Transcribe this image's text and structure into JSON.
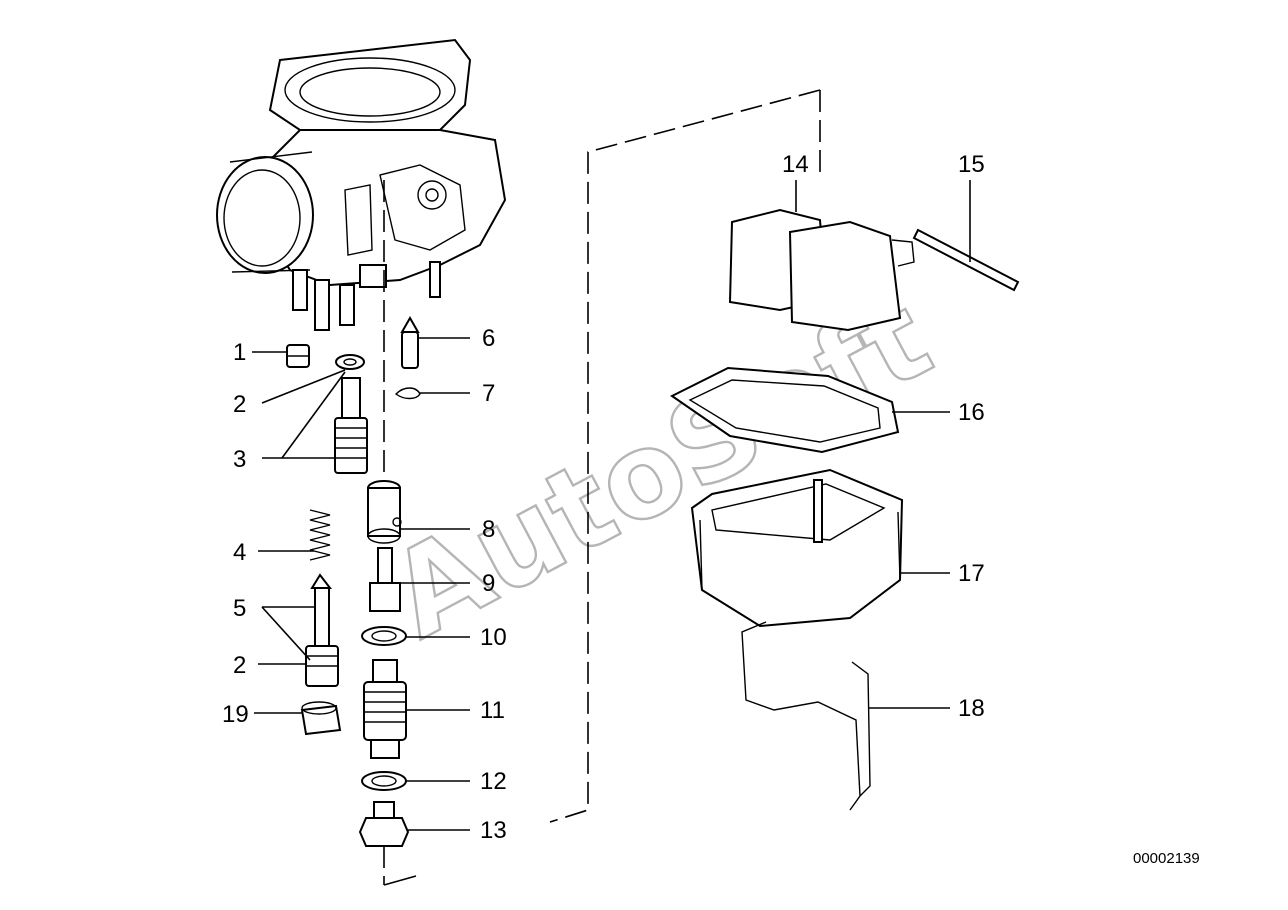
{
  "watermark": "AutoSoft",
  "doc_number": "00002139",
  "callouts": {
    "c1": "1",
    "c2a": "2",
    "c3": "3",
    "c4": "4",
    "c5": "5",
    "c2b": "2",
    "c19": "19",
    "c6": "6",
    "c7": "7",
    "c8": "8",
    "c9": "9",
    "c10": "10",
    "c11": "11",
    "c12": "12",
    "c13": "13",
    "c14": "14",
    "c15": "15",
    "c16": "16",
    "c17": "17",
    "c18": "18"
  }
}
